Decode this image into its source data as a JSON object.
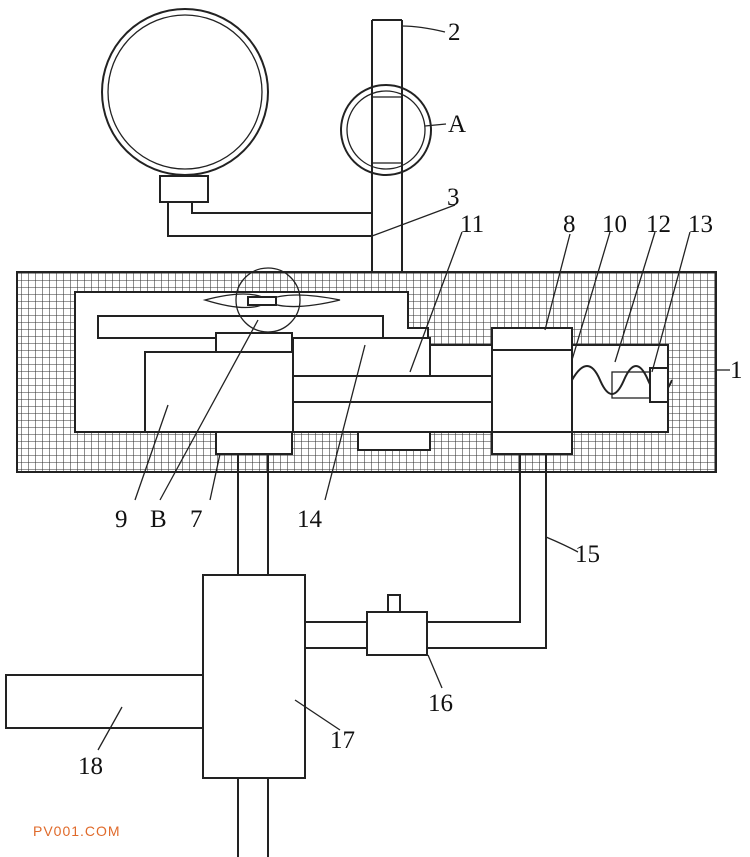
{
  "labels": {
    "l1": "1",
    "l2": "2",
    "l3": "3",
    "lA": "A",
    "lB": "B",
    "l7": "7",
    "l8": "8",
    "l9": "9",
    "l10": "10",
    "l11": "11",
    "l12": "12",
    "l13": "13",
    "l14": "14",
    "l15": "15",
    "l16": "16",
    "l17": "17",
    "l18": "18"
  },
  "watermark": "PV001.COM",
  "colors": {
    "line": "#222222",
    "grid": "#333333",
    "watermark": "#e06a2a",
    "background": "#ffffff"
  }
}
